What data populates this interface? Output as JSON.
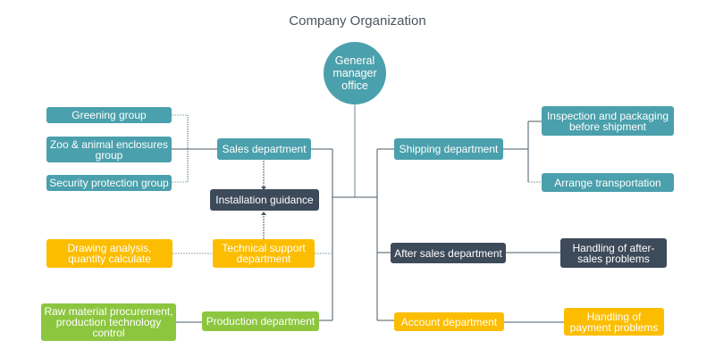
{
  "title": "Company Organization",
  "colors": {
    "teal": "#4aa0ac",
    "dark": "#3d4a5a",
    "yellow": "#fcbd00",
    "green": "#8cc63f",
    "line": "#4a5a66"
  },
  "root": {
    "label": "General manager office"
  },
  "left": {
    "sales": {
      "label": "Sales department",
      "children": [
        "Greening group",
        "Zoo & animal enclosures group",
        "Security protection group"
      ]
    },
    "installation": {
      "label": "Installation guidance"
    },
    "technical": {
      "label": "Technical support department",
      "children": [
        "Drawing analysis, quantity calculate"
      ]
    },
    "production": {
      "label": "Production department",
      "children": [
        "Raw material procurement, production technology control"
      ]
    }
  },
  "right": {
    "shipping": {
      "label": "Shipping department",
      "children": [
        "Inspection and packaging before shipment",
        "Arrange transportation"
      ]
    },
    "after_sales": {
      "label": "After sales department",
      "children": [
        "Handling of after-sales problems"
      ]
    },
    "account": {
      "label": "Account department",
      "children": [
        "Handling of payment problems"
      ]
    }
  }
}
